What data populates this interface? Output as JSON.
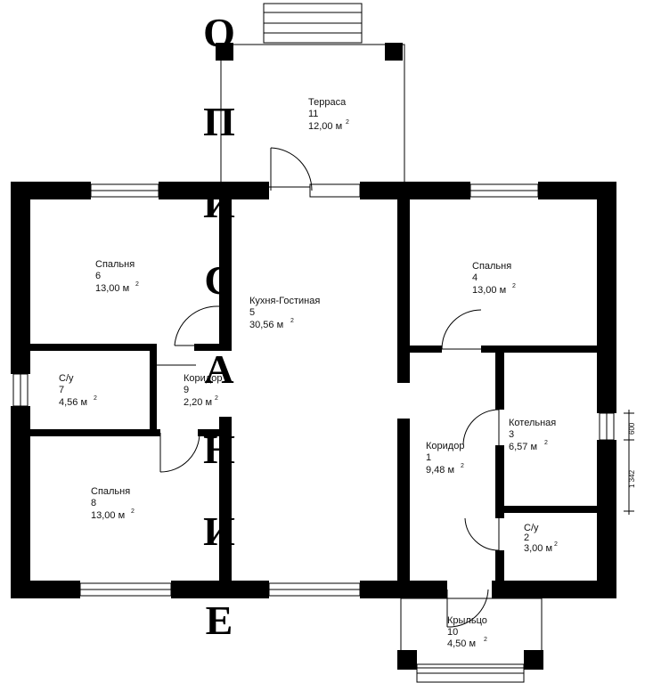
{
  "rooms": [
    {
      "id": "terrace",
      "name": "Терраса",
      "number": "11",
      "area": "12,00 м"
    },
    {
      "id": "bedroom6",
      "name": "Спальня",
      "number": "6",
      "area": "13,00 м"
    },
    {
      "id": "kitchen",
      "name": "Кухня-Гостиная",
      "number": "5",
      "area": "30,56 м"
    },
    {
      "id": "bedroom4",
      "name": "Спальня",
      "number": "4",
      "area": "13,00 м"
    },
    {
      "id": "bath7",
      "name": "С/у",
      "number": "7",
      "area": "4,56 м"
    },
    {
      "id": "corridor9",
      "name": "Коридор",
      "number": "9",
      "area": "2,20 м"
    },
    {
      "id": "boiler",
      "name": "Котельная",
      "number": "3",
      "area": "6,57 м"
    },
    {
      "id": "corridor1",
      "name": "Коридор",
      "number": "1",
      "area": "9,48 м"
    },
    {
      "id": "bedroom8",
      "name": "Спальня",
      "number": "8",
      "area": "13,00 м"
    },
    {
      "id": "bath2",
      "name": "С/у",
      "number": "2",
      "area": "3,00 м"
    },
    {
      "id": "porch",
      "name": "Крыльцо",
      "number": "10",
      "area": "4,50 м"
    }
  ],
  "area_unit_superscript": "2",
  "dimensions": {
    "top": "600",
    "bottom": "1 342"
  },
  "overlay_letters": [
    "О",
    "П",
    "И",
    "С",
    "А",
    "Н",
    "И",
    "Е"
  ]
}
